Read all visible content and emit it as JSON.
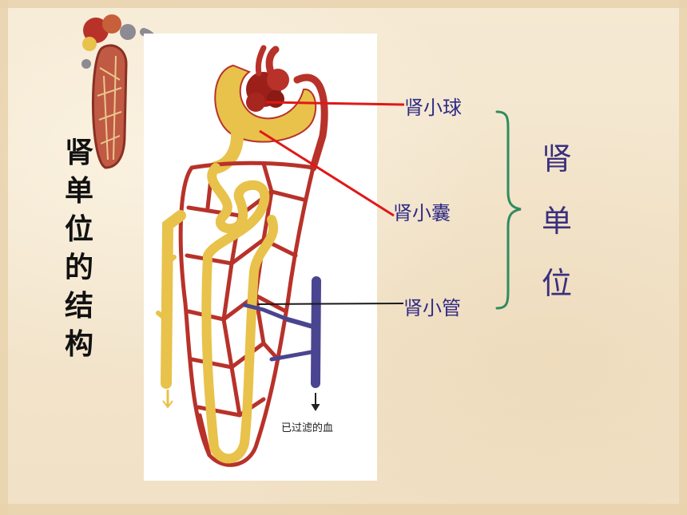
{
  "title": {
    "characters": [
      "肾",
      "单",
      "位",
      "的",
      "结",
      "构"
    ]
  },
  "callouts": {
    "glomerulus": "肾小球",
    "capsule": "肾小囊",
    "tubule": "肾小管"
  },
  "group_label": {
    "characters": [
      "肾",
      "单",
      "位"
    ]
  },
  "diagram": {
    "filtered_blood_label": "已过滤的血"
  },
  "colors": {
    "artery_red": "#b8322a",
    "tubule_yellow": "#e8c24a",
    "vein_blue": "#4a4590",
    "callout_line": "#e01818",
    "label_text": "#2e2a85",
    "brace": "#2f8c5e"
  }
}
